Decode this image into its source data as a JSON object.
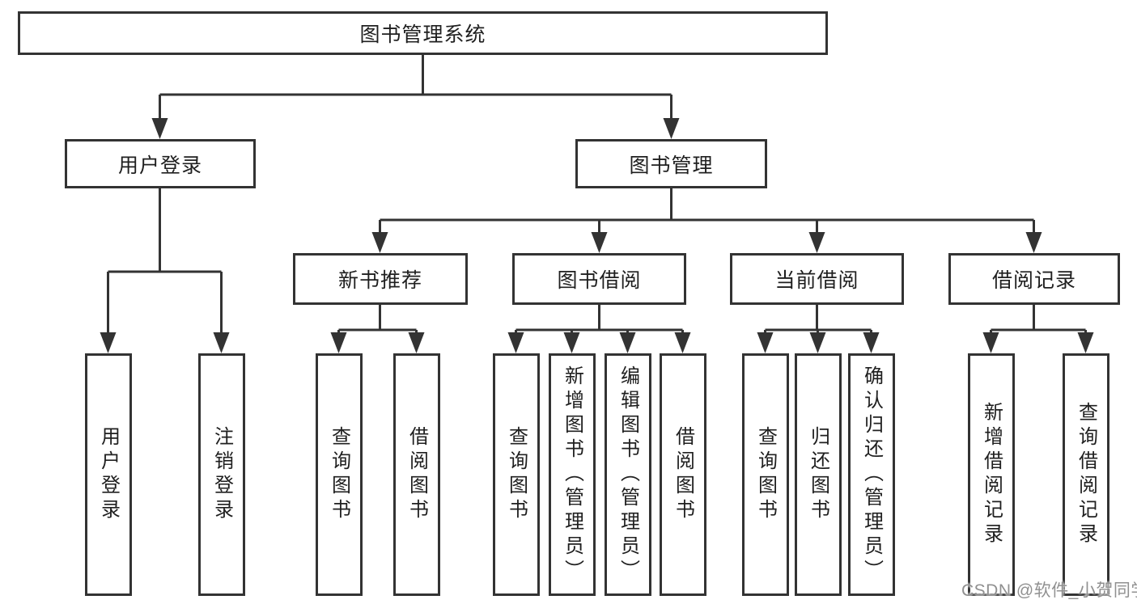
{
  "colors": {
    "line": "#333333",
    "text": "#1f1f1f",
    "background": "#ffffff",
    "watermark": "#909090"
  },
  "tree": {
    "root": {
      "label": "图书管理系统"
    },
    "branches": {
      "user_login": {
        "label": "用户登录",
        "children": [
          {
            "label": "用户登录"
          },
          {
            "label": "注销登录"
          }
        ]
      },
      "book_mgmt": {
        "label": "图书管理",
        "children": [
          {
            "label": "新书推荐",
            "children": [
              {
                "label": "查询图书"
              },
              {
                "label": "借阅图书"
              }
            ]
          },
          {
            "label": "图书借阅",
            "children": [
              {
                "label": "查询图书"
              },
              {
                "label": "新增图书（管理员）"
              },
              {
                "label": "编辑图书（管理员）"
              },
              {
                "label": "借阅图书"
              }
            ]
          },
          {
            "label": "当前借阅",
            "children": [
              {
                "label": "查询图书"
              },
              {
                "label": "归还图书"
              },
              {
                "label": "确认归还（管理员）"
              }
            ]
          },
          {
            "label": "借阅记录",
            "children": [
              {
                "label": "新增借阅记录"
              },
              {
                "label": "查询借阅记录"
              }
            ]
          }
        ]
      }
    }
  },
  "watermark": {
    "text": "CSDN @软件_小贺同学"
  }
}
